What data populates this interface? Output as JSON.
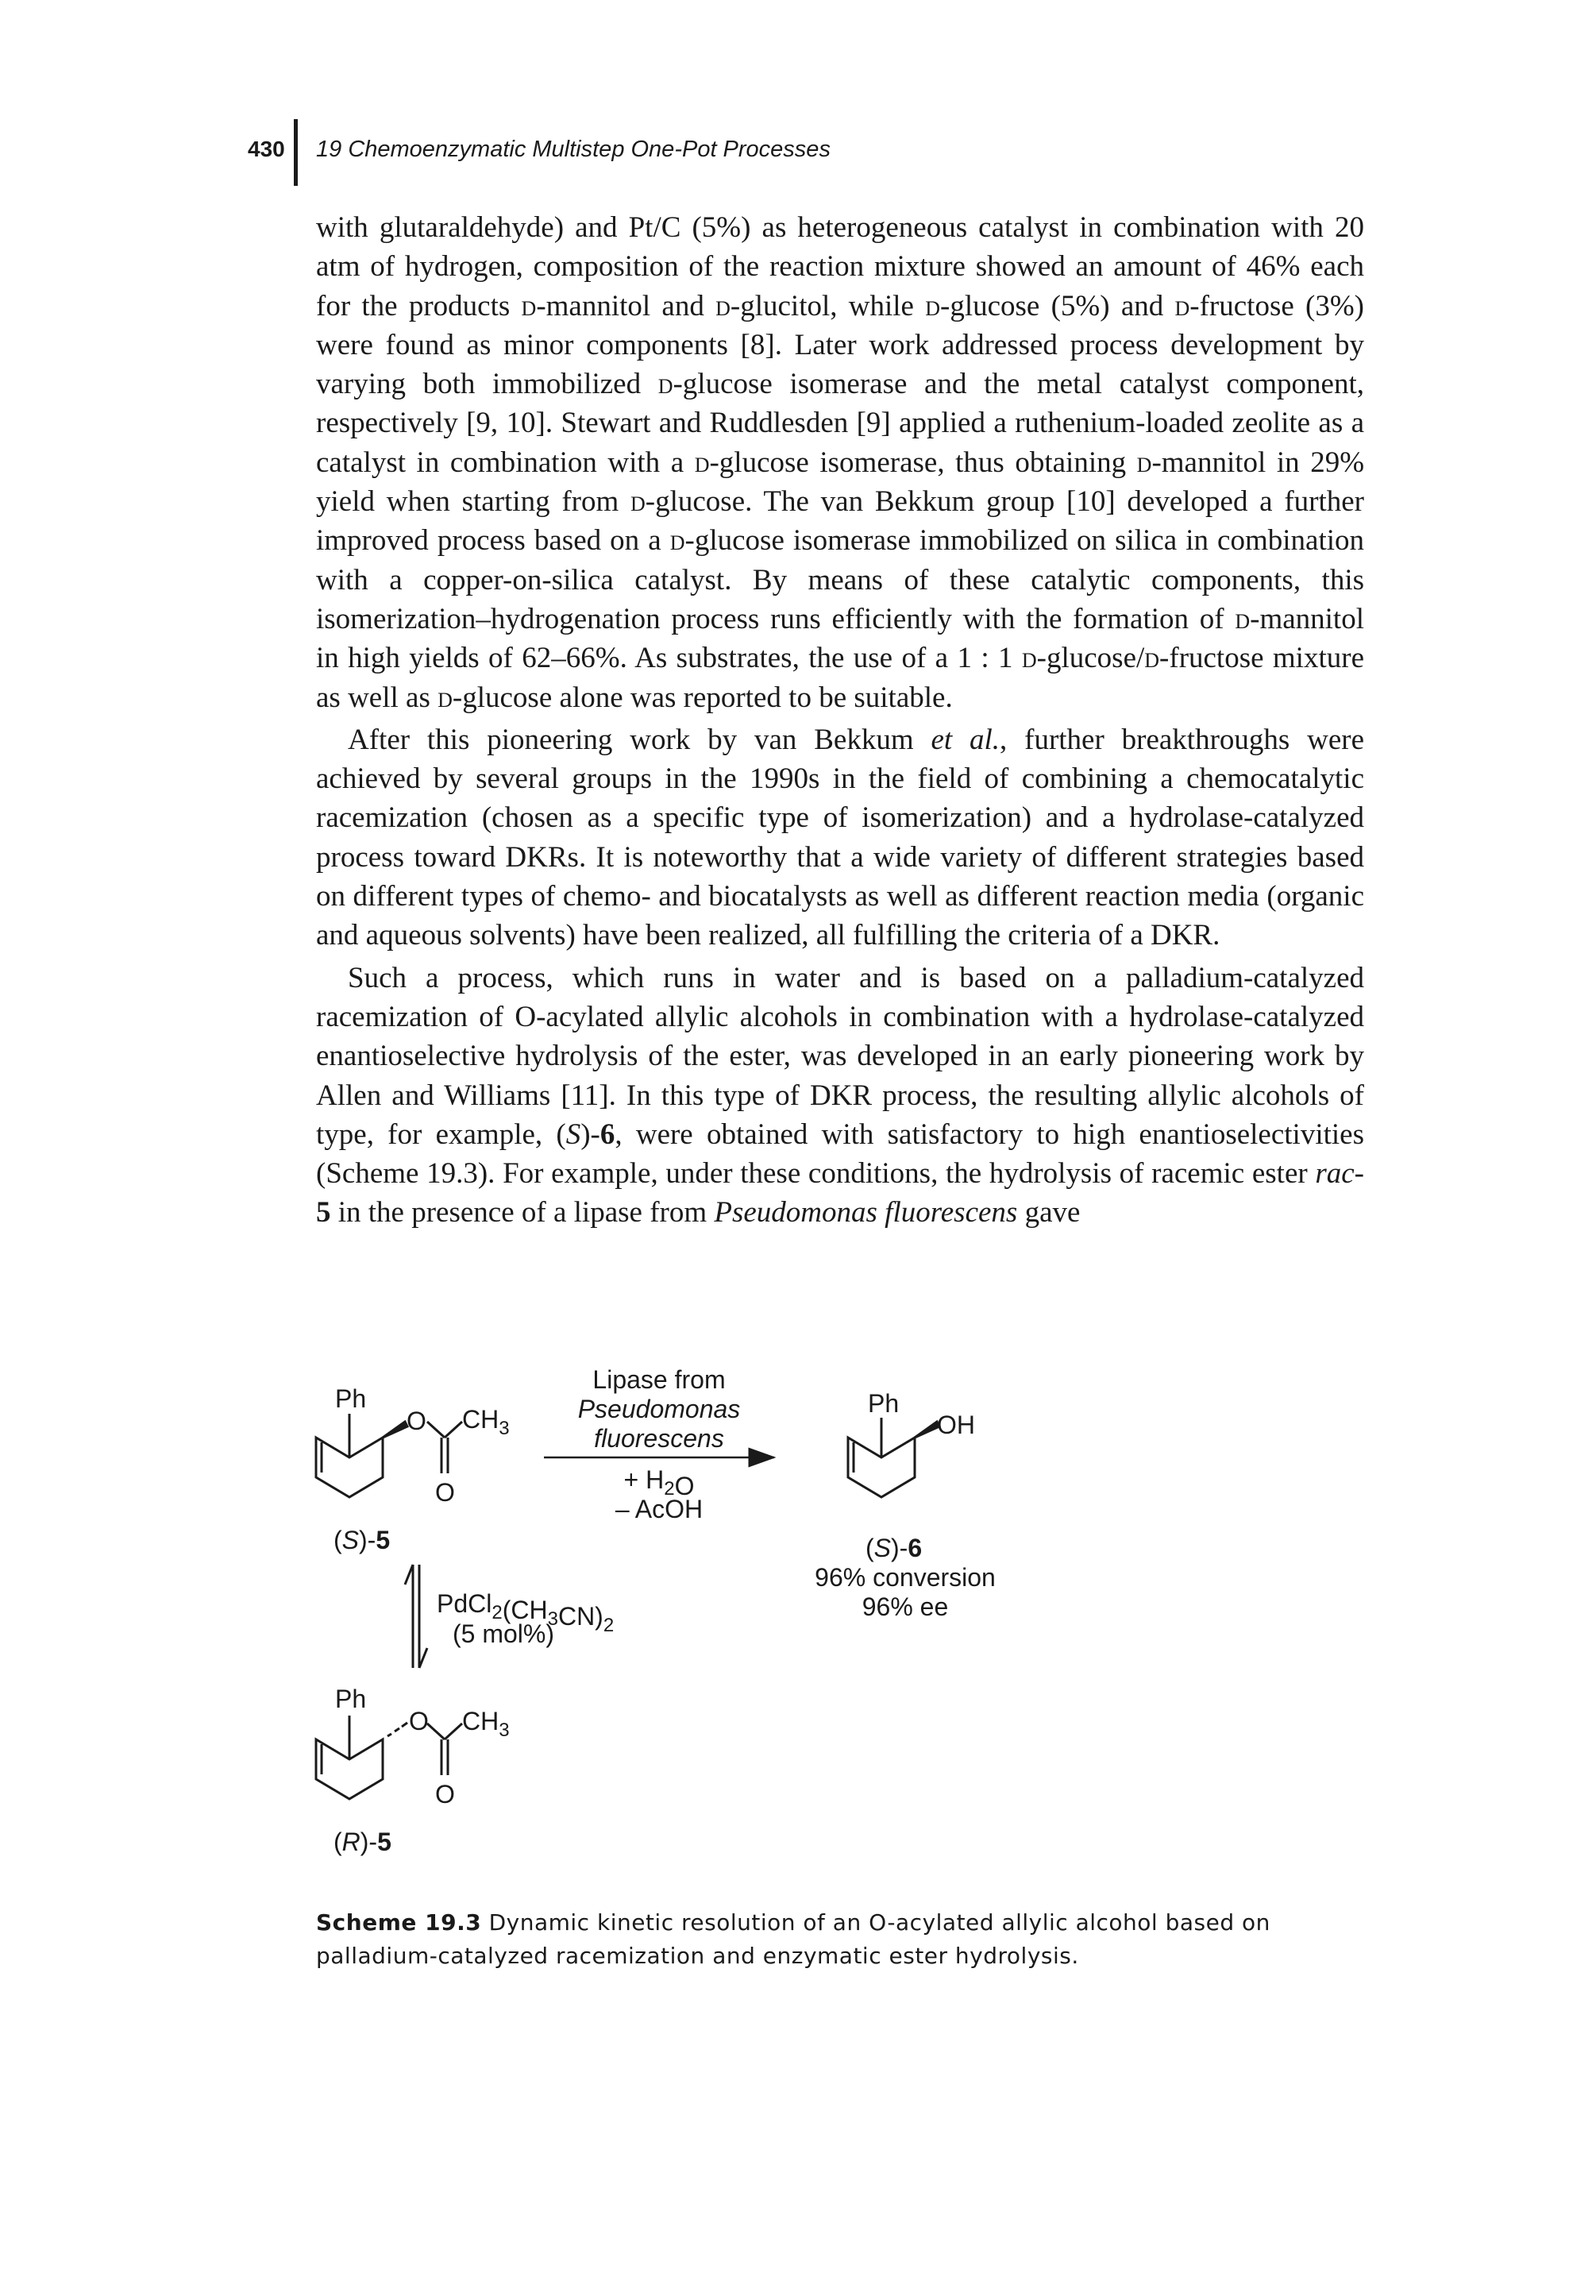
{
  "header": {
    "page_number": "430",
    "running_title": "19 Chemoenzymatic Multistep One-Pot Processes"
  },
  "paragraphs": [
    {
      "indent": false,
      "segments": [
        {
          "t": "with glutaraldehyde) and Pt/C (5%) as heterogeneous catalyst in combination with 20 atm of hydrogen, composition of the reaction mixture showed an amount of 46% each for the products "
        },
        {
          "t": "d",
          "sc": true
        },
        {
          "t": "-mannitol and "
        },
        {
          "t": "d",
          "sc": true
        },
        {
          "t": "-glucitol, while "
        },
        {
          "t": "d",
          "sc": true
        },
        {
          "t": "-glucose (5%) and "
        },
        {
          "t": "d",
          "sc": true
        },
        {
          "t": "-fructose (3%) were found as minor components [8]. Later work addressed process development by varying both immobilized "
        },
        {
          "t": "d",
          "sc": true
        },
        {
          "t": "-glucose isomerase and the metal catalyst component, respectively [9, 10]. Stewart and Ruddlesden [9] applied a ruthenium-loaded zeolite as a catalyst in combination with a "
        },
        {
          "t": "d",
          "sc": true
        },
        {
          "t": "-glucose isomerase, thus obtaining "
        },
        {
          "t": "d",
          "sc": true
        },
        {
          "t": "-mannitol in 29% yield when starting from "
        },
        {
          "t": "d",
          "sc": true
        },
        {
          "t": "-glucose. The van Bekkum group [10] developed a further improved process based on a "
        },
        {
          "t": "d",
          "sc": true
        },
        {
          "t": "-glucose isomerase immobilized on silica in combination with a copper-on-silica catalyst. By means of these catalytic components, this isomerization–hydrogenation process runs efficiently with the formation of "
        },
        {
          "t": "d",
          "sc": true
        },
        {
          "t": "-mannitol in high yields of 62–66%. As substrates, the use of a 1 : 1 "
        },
        {
          "t": "d",
          "sc": true
        },
        {
          "t": "-glucose/"
        },
        {
          "t": "d",
          "sc": true
        },
        {
          "t": "-fructose mixture as well as "
        },
        {
          "t": "d",
          "sc": true
        },
        {
          "t": "-glucose alone was reported to be suitable."
        }
      ]
    },
    {
      "indent": true,
      "segments": [
        {
          "t": "After this pioneering work by van Bekkum "
        },
        {
          "t": "et al.",
          "i": true
        },
        {
          "t": ", further breakthroughs were achieved by several groups in the 1990s in the field of combining a chemocatalytic racemization (chosen as a specific type of isomerization) and a hydrolase-catalyzed process toward DKRs. It is noteworthy that a wide variety of different strategies based on different types of chemo- and biocatalysts as well as different reaction media (organic and aqueous solvents) have been realized, all fulfilling the criteria of a DKR."
        }
      ]
    },
    {
      "indent": true,
      "segments": [
        {
          "t": "Such a process, which runs in water and is based on a palladium-catalyzed racemization of O-acylated allylic alcohols in combination with a hydrolase-catalyzed enantioselective hydrolysis of the ester, was developed in an early pioneering work by Allen and Williams [11]. In this type of DKR process, the resulting allylic alcohols of type, for example, ("
        },
        {
          "t": "S",
          "i": true
        },
        {
          "t": ")-"
        },
        {
          "t": "6",
          "b": true
        },
        {
          "t": ", were obtained with satisfactory to high enantioselectivities (Scheme 19.3). For example, under these conditions, the hydrolysis of racemic ester "
        },
        {
          "t": "rac",
          "i": true
        },
        {
          "t": "-"
        },
        {
          "t": "5",
          "b": true
        },
        {
          "t": " in the presence of a lipase from "
        },
        {
          "t": "Pseudomonas fluorescens",
          "i": true
        },
        {
          "t": " gave"
        }
      ]
    }
  ],
  "scheme": {
    "s5": {
      "ph": "Ph",
      "o_ester": "O",
      "ch3": "CH3",
      "o_carbonyl": "O",
      "label_config": "S",
      "label_num": "5"
    },
    "reagents": {
      "line1": "Lipase from",
      "line2": "Pseudomonas",
      "line3": "fluorescens",
      "line4": "+ H2O",
      "line5": "– AcOH"
    },
    "s6": {
      "ph": "Ph",
      "oh": "OH",
      "label_config": "S",
      "label_num": "6",
      "conversion": "96% conversion",
      "ee": "96% ee"
    },
    "racemization": {
      "catalyst": "PdCl2(CH3CN)2",
      "loading": "(5 mol%)"
    },
    "r5": {
      "ph": "Ph",
      "o_ester": "O",
      "ch3": "CH3",
      "o_carbonyl": "O",
      "label_config": "R",
      "label_num": "5"
    }
  },
  "caption": {
    "label": "Scheme 19.3",
    "text": "Dynamic kinetic resolution of an O-acylated allylic alcohol based on palladium-catalyzed racemization and enzymatic ester hydrolysis."
  }
}
